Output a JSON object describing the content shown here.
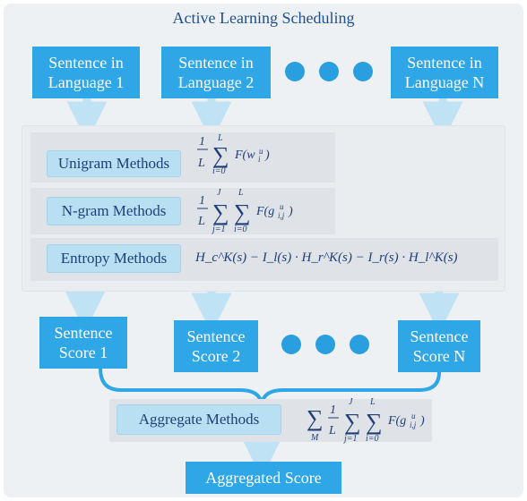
{
  "title": "Active Learning Scheduling",
  "languages": [
    {
      "line1": "Sentence in",
      "line2": "Language 1"
    },
    {
      "line1": "Sentence in",
      "line2": "Language 2"
    },
    {
      "line1": "Sentence in",
      "line2": "Language N"
    }
  ],
  "methods": {
    "unigram": "Unigram Methods",
    "ngram": "N-gram Methods",
    "entropy": "Entropy Methods"
  },
  "entropy_formula": "H_c^K(s) − I_l(s) · H_r^K(s) − I_r(s) · H_l^K(s)",
  "scores": [
    {
      "line1": "Sentence",
      "line2": "Score 1"
    },
    {
      "line1": "Sentence",
      "line2": "Score 2"
    },
    {
      "line1": "Sentence",
      "line2": "Score N"
    }
  ],
  "aggregate": "Aggregate Methods",
  "aggregated_score": "Aggregated Score",
  "colors": {
    "box_blue": "#2fa6e6",
    "arrow_blue": "#bfe3f5",
    "panel_gray": "#eaedf0",
    "method_fill": "#b9e0f2",
    "text_navy": "#1f3f78"
  }
}
